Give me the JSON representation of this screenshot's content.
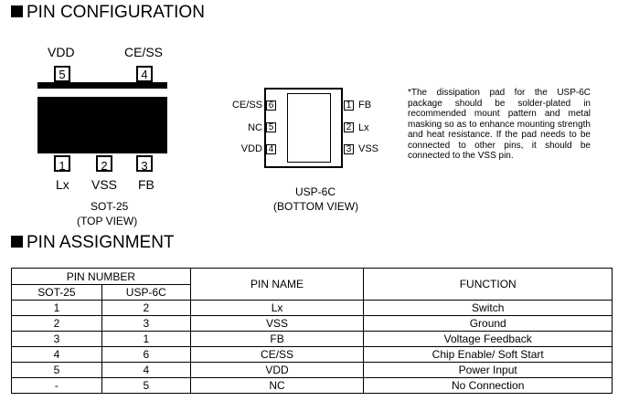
{
  "sections": {
    "pin_configuration": "PIN CONFIGURATION",
    "pin_assignment": "PIN ASSIGNMENT"
  },
  "sot25": {
    "top_pins": [
      {
        "num": "5",
        "label": "VDD"
      },
      {
        "num": "4",
        "label": "CE/SS"
      }
    ],
    "bottom_pins": [
      {
        "num": "1",
        "label": "Lx"
      },
      {
        "num": "2",
        "label": "VSS"
      },
      {
        "num": "3",
        "label": "FB"
      }
    ],
    "caption": "SOT-25",
    "view": "(TOP VIEW)"
  },
  "usp6c": {
    "left_pins": [
      {
        "num": "6",
        "label": "CE/SS"
      },
      {
        "num": "5",
        "label": "NC"
      },
      {
        "num": "4",
        "label": "VDD"
      }
    ],
    "right_pins": [
      {
        "num": "1",
        "label": "FB"
      },
      {
        "num": "2",
        "label": "Lx"
      },
      {
        "num": "3",
        "label": "VSS"
      }
    ],
    "caption": "USP-6C",
    "view": "(BOTTOM VIEW)"
  },
  "note": "*The dissipation pad for the USP-6C package should be solder-plated in recommended mount pattern and metal masking so as to enhance mounting strength and heat resistance. If the pad needs to be connected to other pins, it should be connected to the VSS pin.",
  "table": {
    "pin_number_header": "PIN NUMBER",
    "sub_headers": [
      "SOT-25",
      "USP-6C"
    ],
    "pin_name_header": "PIN NAME",
    "function_header": "FUNCTION",
    "rows": [
      [
        "1",
        "2",
        "Lx",
        "Switch"
      ],
      [
        "2",
        "3",
        "VSS",
        "Ground"
      ],
      [
        "3",
        "1",
        "FB",
        "Voltage Feedback"
      ],
      [
        "4",
        "6",
        "CE/SS",
        "Chip Enable/ Soft Start"
      ],
      [
        "5",
        "4",
        "VDD",
        "Power Input"
      ],
      [
        "-",
        "5",
        "NC",
        "No Connection"
      ]
    ]
  }
}
